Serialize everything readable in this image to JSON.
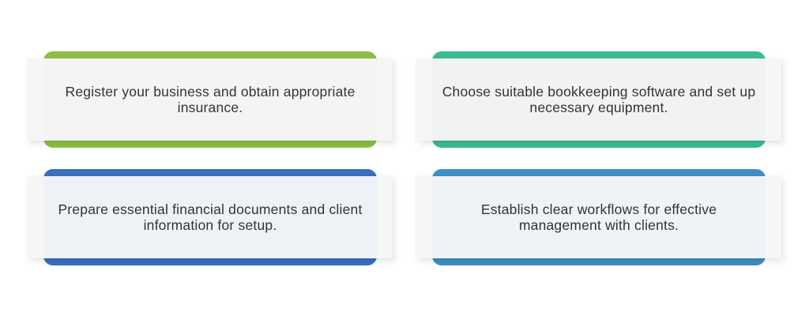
{
  "cards": [
    {
      "text": "Register your business and obtain appropriate insurance.",
      "accent": "#8cc043",
      "panel_bg": "#f4f5f2"
    },
    {
      "text": "Choose suitable bookkeeping software and set up necessary equipment.",
      "accent": "#3cbc8e",
      "panel_bg": "#f0f3f2"
    },
    {
      "text": "Prepare essential financial documents and client information for setup.",
      "accent": "#3a6fbf",
      "panel_bg": "#eef2f7"
    },
    {
      "text": "Establish clear workflows for effective management with clients.",
      "accent": "#3d90c6",
      "panel_bg": "#eff3f6"
    }
  ]
}
